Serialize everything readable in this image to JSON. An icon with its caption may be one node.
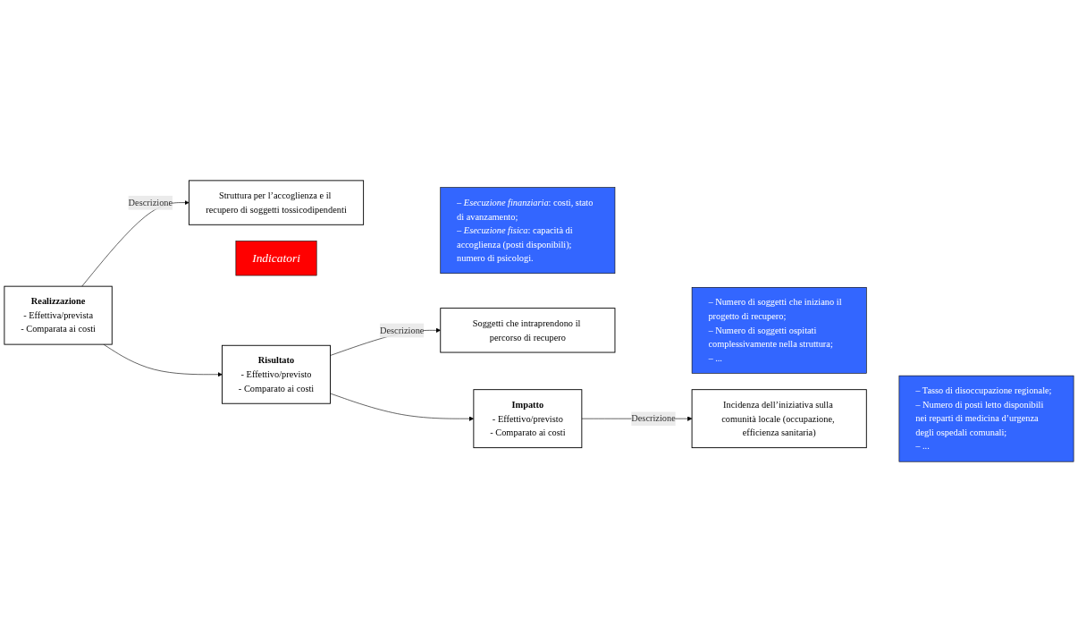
{
  "diagram": {
    "nodes": [
      {
        "text": [
          "Indicatori"
        ]
      },
      {
        "text": [
          "Realizzazione",
          "- Effettiva/prevista",
          "- Comparata ai costi"
        ]
      },
      {
        "text": [
          "Struttura per l’accoglienza e il recupero di soggetti tossicodipendenti"
        ]
      },
      {
        "text": [
          "– *Esecuzione finanziaria*: costi, stato di avanzamento;",
          "– *Esecuzione fisica*: capacità di accoglienza (posti disponibili); numero di psicologi."
        ]
      },
      {
        "text": [
          "Risultato",
          "- Effettivo/previsto",
          "- Comparato ai costi"
        ]
      },
      {
        "text": [
          "Soggetti che intraprendono il percorso di recupero"
        ]
      },
      {
        "text": [
          "– Numero di soggetti che iniziano il progetto di recupero;",
          "– Numero di soggetti ospitati complessivamente nella struttura;",
          "– ..."
        ]
      },
      {
        "text": [
          "Impatto",
          "- Effettivo/previsto",
          "- Comparato ai costi"
        ]
      },
      {
        "text": [
          "Incidenza dell’iniziativa sulla comunità locale (occupazione, efficienza sanitaria)"
        ]
      },
      {
        "text": [
          "– Tasso di disoccupazione regionale;",
          "– Numero di posti letto disponibili nei reparti di medicina d’urgenza degli ospedali comunali;",
          "– ..."
        ]
      }
    ],
    "edges": [
      {
        "from": 1,
        "to": 2,
        "arrow": "to",
        "label": "Descrizione"
      },
      {
        "from": 1,
        "to": 4,
        "arrow": "to"
      },
      {
        "from": 4,
        "to": 5,
        "arrow": "to",
        "label": "Descrizione"
      },
      {
        "from": 4,
        "to": 7,
        "arrow": "to"
      },
      {
        "from": 7,
        "to": 8,
        "arrow": "to",
        "label": "Descrizione"
      }
    ]
  }
}
